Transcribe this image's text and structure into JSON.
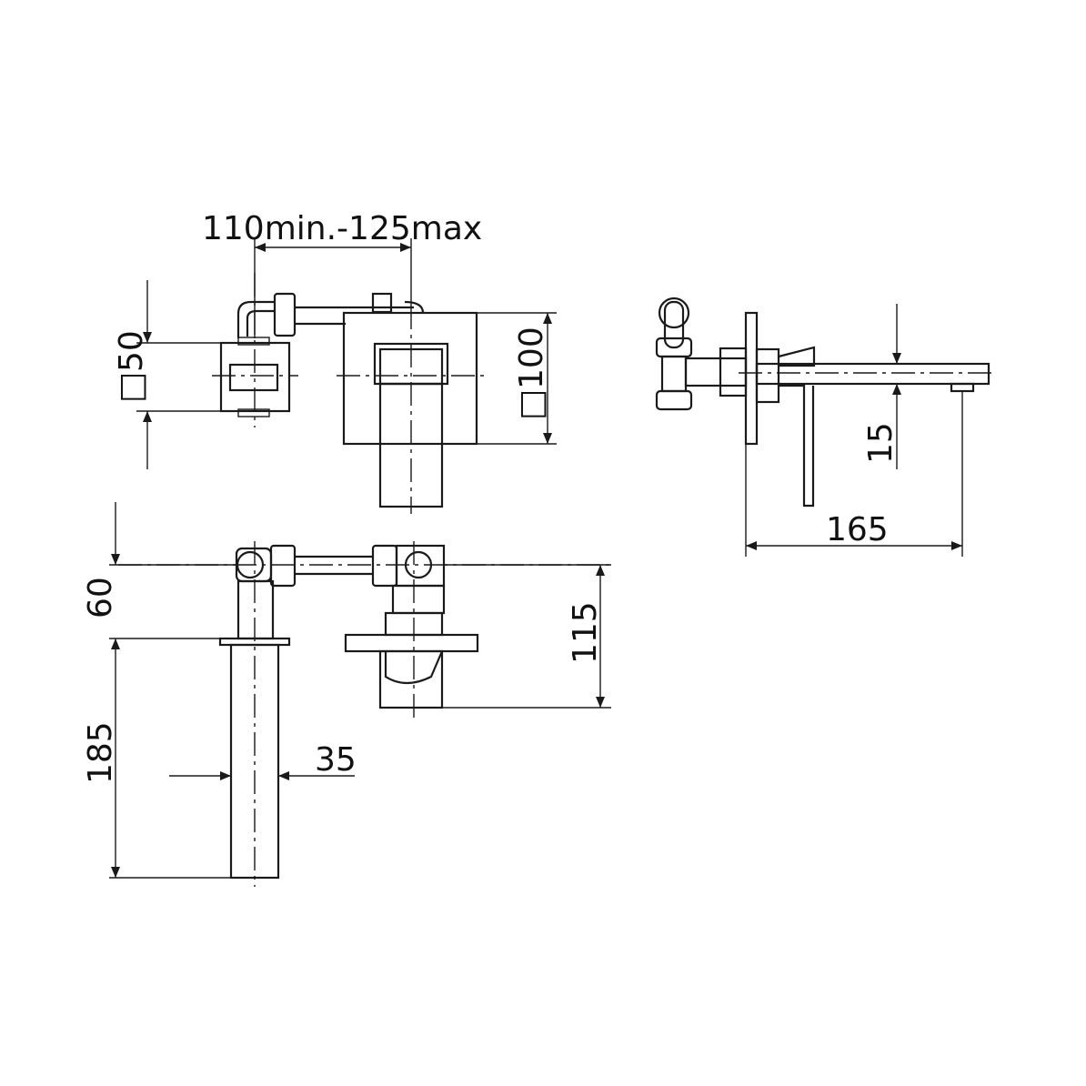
{
  "drawing": {
    "top_view": {
      "spacing_label": "110min.-125max",
      "spout_section_label": "□50",
      "body_section_label": "□100"
    },
    "side_view": {
      "projection_label": "165",
      "spout_height_label": "15"
    },
    "front_view": {
      "top_offset_label": "60",
      "spout_length_label": "185",
      "spout_width_label": "35",
      "total_depth_label": "115"
    }
  }
}
